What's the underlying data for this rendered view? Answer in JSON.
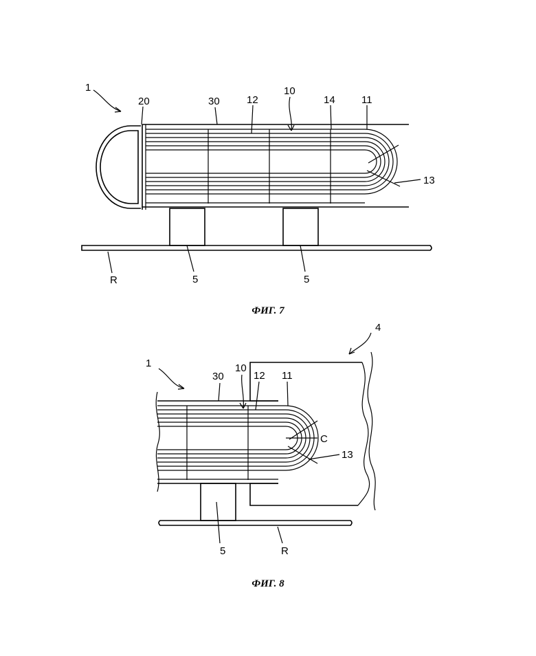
{
  "figures": [
    {
      "caption": "ФИГ. 7",
      "labels": {
        "device": "1",
        "end_plate": "20",
        "frame": "30",
        "tube_layer": "12",
        "tube_bundle": "10",
        "spacer": "14",
        "tube": "11",
        "bend": "13",
        "support_a": "5",
        "support_b": "5",
        "rail": "R"
      }
    },
    {
      "caption": "ФИГ. 8",
      "labels": {
        "device": "1",
        "housing": "4",
        "frame": "30",
        "tube_bundle": "10",
        "tube_layer": "12",
        "tube": "11",
        "center": "C",
        "bend": "13",
        "support": "5",
        "rail": "R"
      }
    }
  ]
}
